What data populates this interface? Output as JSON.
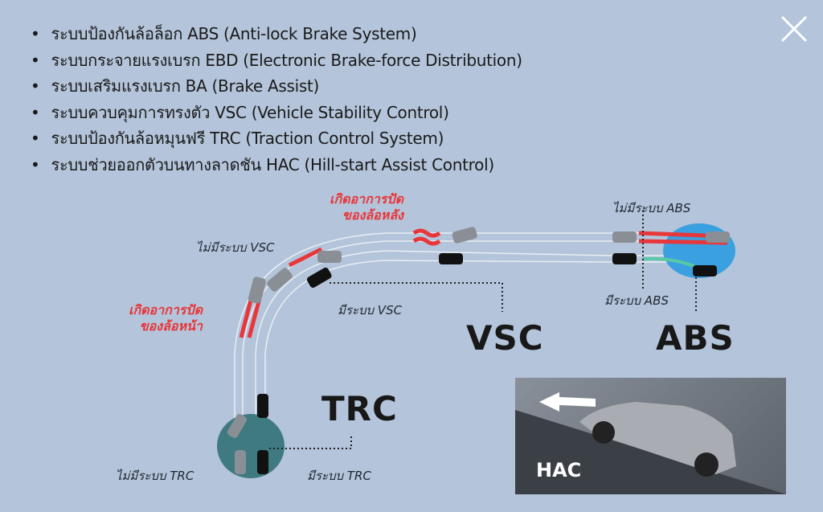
{
  "features": [
    "ระบบป้องกันล้อล็อก ABS (Anti-lock Brake System)",
    "ระบบกระจายแรงเบรก EBD (Electronic Brake-force Distribution)",
    "ระบบเสริมแรงเบรก BA (Brake Assist)",
    "ระบบควบคุมการทรงตัว VSC (Vehicle Stability Control)",
    "ระบบป้องกันล้อหมุนฟรี TRC (Traction Control System)",
    "ระบบช่วยออกตัวบนทางลาดชัน HAC (Hill-start Assist Control)"
  ],
  "labels": {
    "rear_skid": "เกิดอาการปัด\nของล้อหลัง",
    "front_skid": "เกิดอาการปัด\nของล้อหน้า",
    "no_vsc": "ไม่มีระบบ VSC",
    "with_vsc": "มีระบบ VSC",
    "no_abs": "ไม่มีระบบ ABS",
    "with_abs": "มีระบบ ABS",
    "no_trc": "ไม่มีระบบ TRC",
    "with_trc": "มีระบบ TRC",
    "vsc": "VSC",
    "abs": "ABS",
    "trc": "TRC",
    "hac": "HAC"
  },
  "colors": {
    "background": "#b4c4da",
    "skid": "#e8363a",
    "water": "#3aa0e0",
    "ice": "#3f7a80"
  }
}
